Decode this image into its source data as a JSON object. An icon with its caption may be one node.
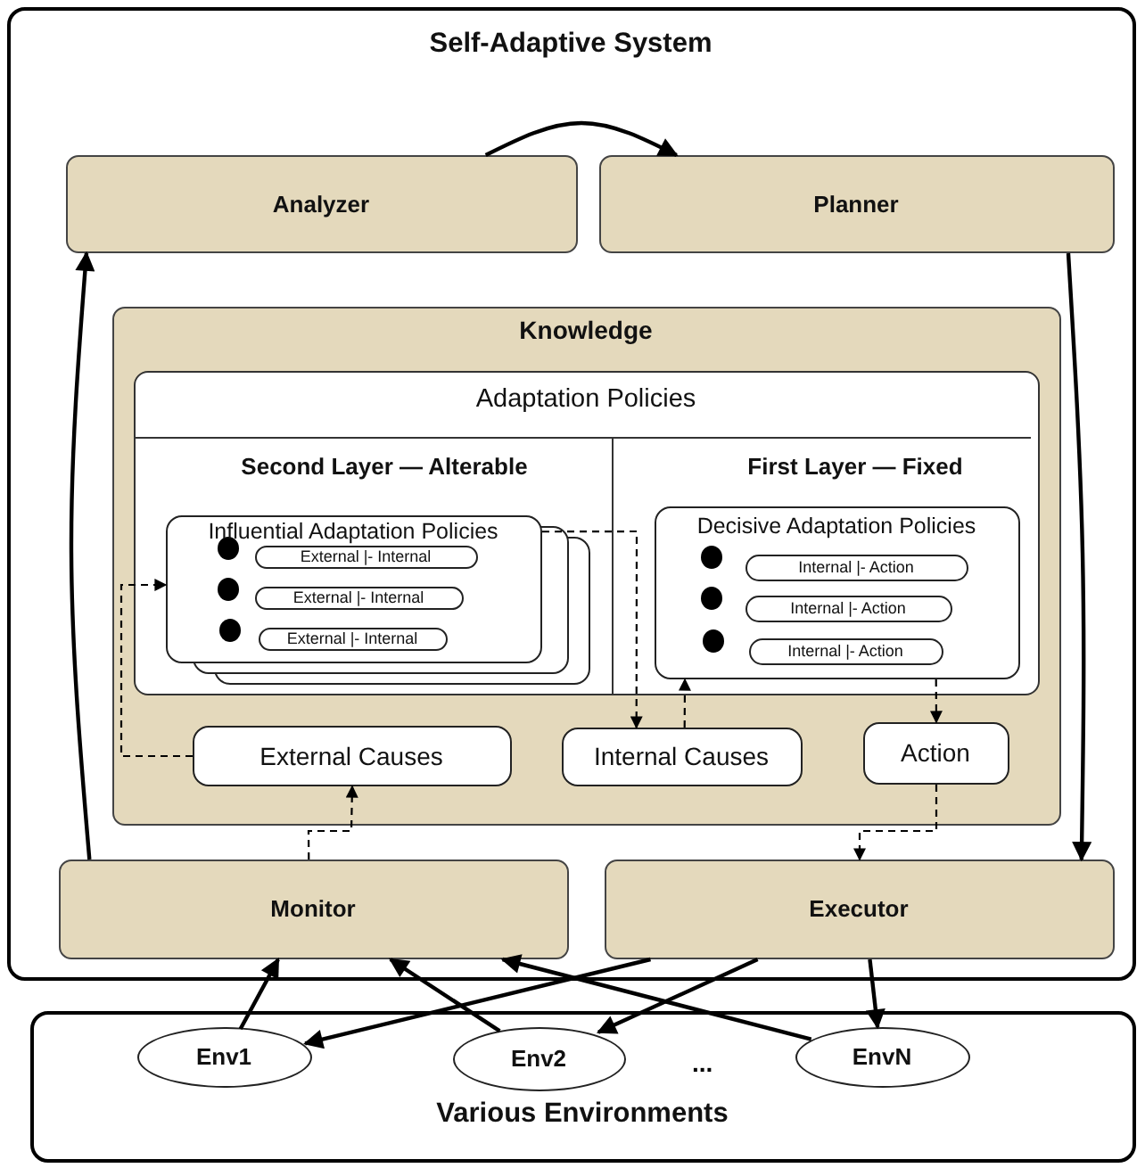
{
  "diagram": {
    "nodes": [
      {
        "text": [
          "Self-Adaptive System"
        ]
      },
      {
        "text": [
          "Analyzer"
        ],
        "in": 0
      },
      {
        "text": [
          "Planner"
        ],
        "in": 0
      },
      {
        "text": [
          "Knowledge"
        ],
        "in": 0
      },
      {
        "text": [
          "Adaptation Policies",
          "Second Layer — Alterable",
          "First Layer — Fixed"
        ],
        "in": 3
      },
      {
        "text": [
          "Influential Adaptation Policies"
        ],
        "in": 4
      },
      {
        "text": [
          "External |- Internal"
        ],
        "in": 5
      },
      {
        "text": [
          "External |- Internal"
        ],
        "in": 5
      },
      {
        "text": [
          "External |- Internal"
        ],
        "in": 5
      },
      {
        "text": [
          "Decisive Adaptation Policies"
        ],
        "in": 4
      },
      {
        "text": [
          "Internal |- Action"
        ],
        "in": 9
      },
      {
        "text": [
          "Internal |- Action"
        ],
        "in": 9
      },
      {
        "text": [
          "Internal |- Action"
        ],
        "in": 9
      },
      {
        "text": [
          "External Causes"
        ],
        "in": 3
      },
      {
        "text": [
          "Internal Causes"
        ],
        "in": 3
      },
      {
        "text": [
          "Action"
        ],
        "in": 3
      },
      {
        "text": [
          "Monitor"
        ],
        "in": 0
      },
      {
        "text": [
          "Executor"
        ],
        "in": 0
      },
      {
        "text": [
          "Various Environments"
        ]
      },
      {
        "text": [
          "Env1"
        ],
        "in": 18
      },
      {
        "text": [
          "Env2"
        ],
        "in": 18
      },
      {
        "text": [
          "EnvN"
        ],
        "in": 18
      }
    ],
    "edges": [
      {
        "from": 1,
        "to": 2,
        "arrow": "to"
      },
      {
        "from": 2,
        "to": 17,
        "arrow": "to"
      },
      {
        "from": 16,
        "to": 1,
        "arrow": "to"
      },
      {
        "from": 16,
        "to": 13,
        "arrow": "to",
        "style": "dashed"
      },
      {
        "from": 13,
        "to": 5,
        "arrow": "to",
        "style": "dashed"
      },
      {
        "from": 5,
        "to": 14,
        "arrow": "to",
        "style": "dashed"
      },
      {
        "from": 14,
        "to": 9,
        "arrow": "to",
        "style": "dashed"
      },
      {
        "from": 9,
        "to": 15,
        "arrow": "to",
        "style": "dashed"
      },
      {
        "from": 15,
        "to": 17,
        "arrow": "to",
        "style": "dashed"
      },
      {
        "from": 19,
        "to": 16,
        "arrow": "to"
      },
      {
        "from": 17,
        "to": 19,
        "arrow": "to"
      },
      {
        "from": 20,
        "to": 16,
        "arrow": "to"
      },
      {
        "from": 21,
        "to": 16,
        "arrow": "to"
      },
      {
        "from": 17,
        "to": 20,
        "arrow": "to"
      },
      {
        "from": 17,
        "to": 21,
        "arrow": "to"
      }
    ],
    "labels": [
      "..."
    ]
  }
}
